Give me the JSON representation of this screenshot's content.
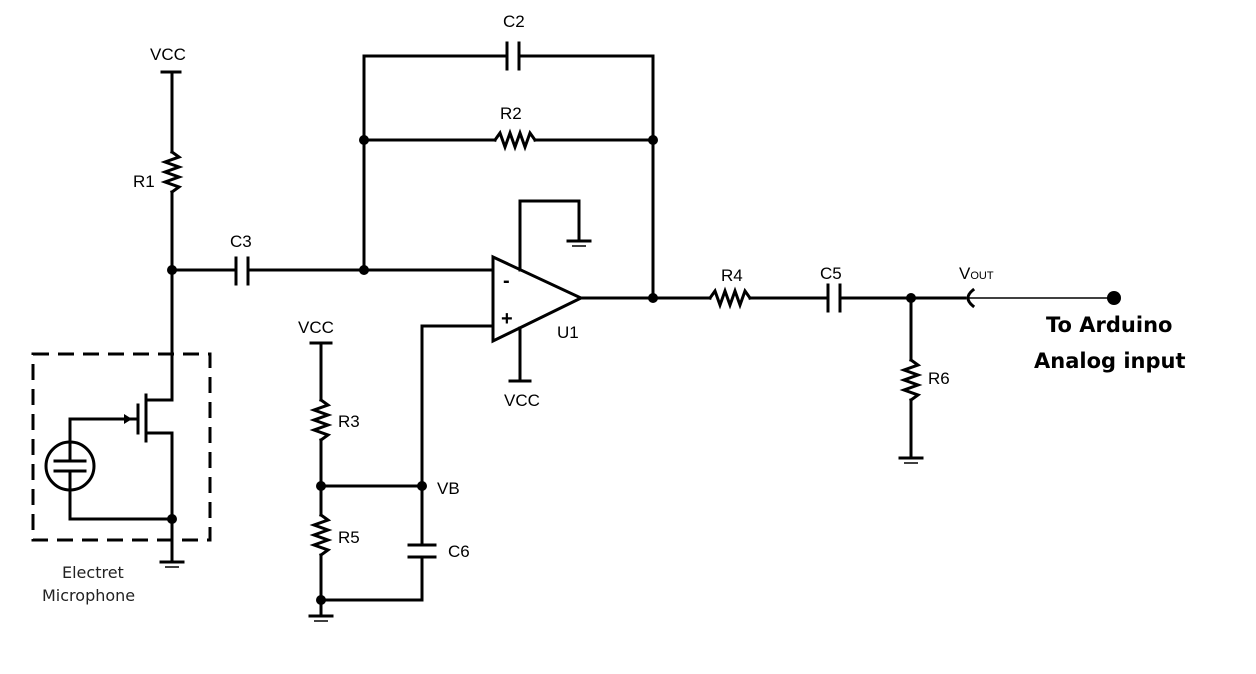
{
  "supply": {
    "vcc_top": "VCC",
    "vcc_divider": "VCC",
    "vcc_opamp": "VCC"
  },
  "components": {
    "r1": "R1",
    "r2": "R2",
    "r3": "R3",
    "r4": "R4",
    "r5": "R5",
    "r6": "R6",
    "c2": "C2",
    "c3": "C3",
    "c5": "C5",
    "c6": "C6",
    "u1": "U1"
  },
  "opamp": {
    "inverting": "-",
    "non_inverting": "+"
  },
  "nodes": {
    "vb": "VB",
    "vout_main": "V",
    "vout_sub": "OUT"
  },
  "microphone": {
    "line1": "Electret",
    "line2": "Microphone"
  },
  "output": {
    "line1": "To Arduino",
    "line2": "Analog input"
  }
}
